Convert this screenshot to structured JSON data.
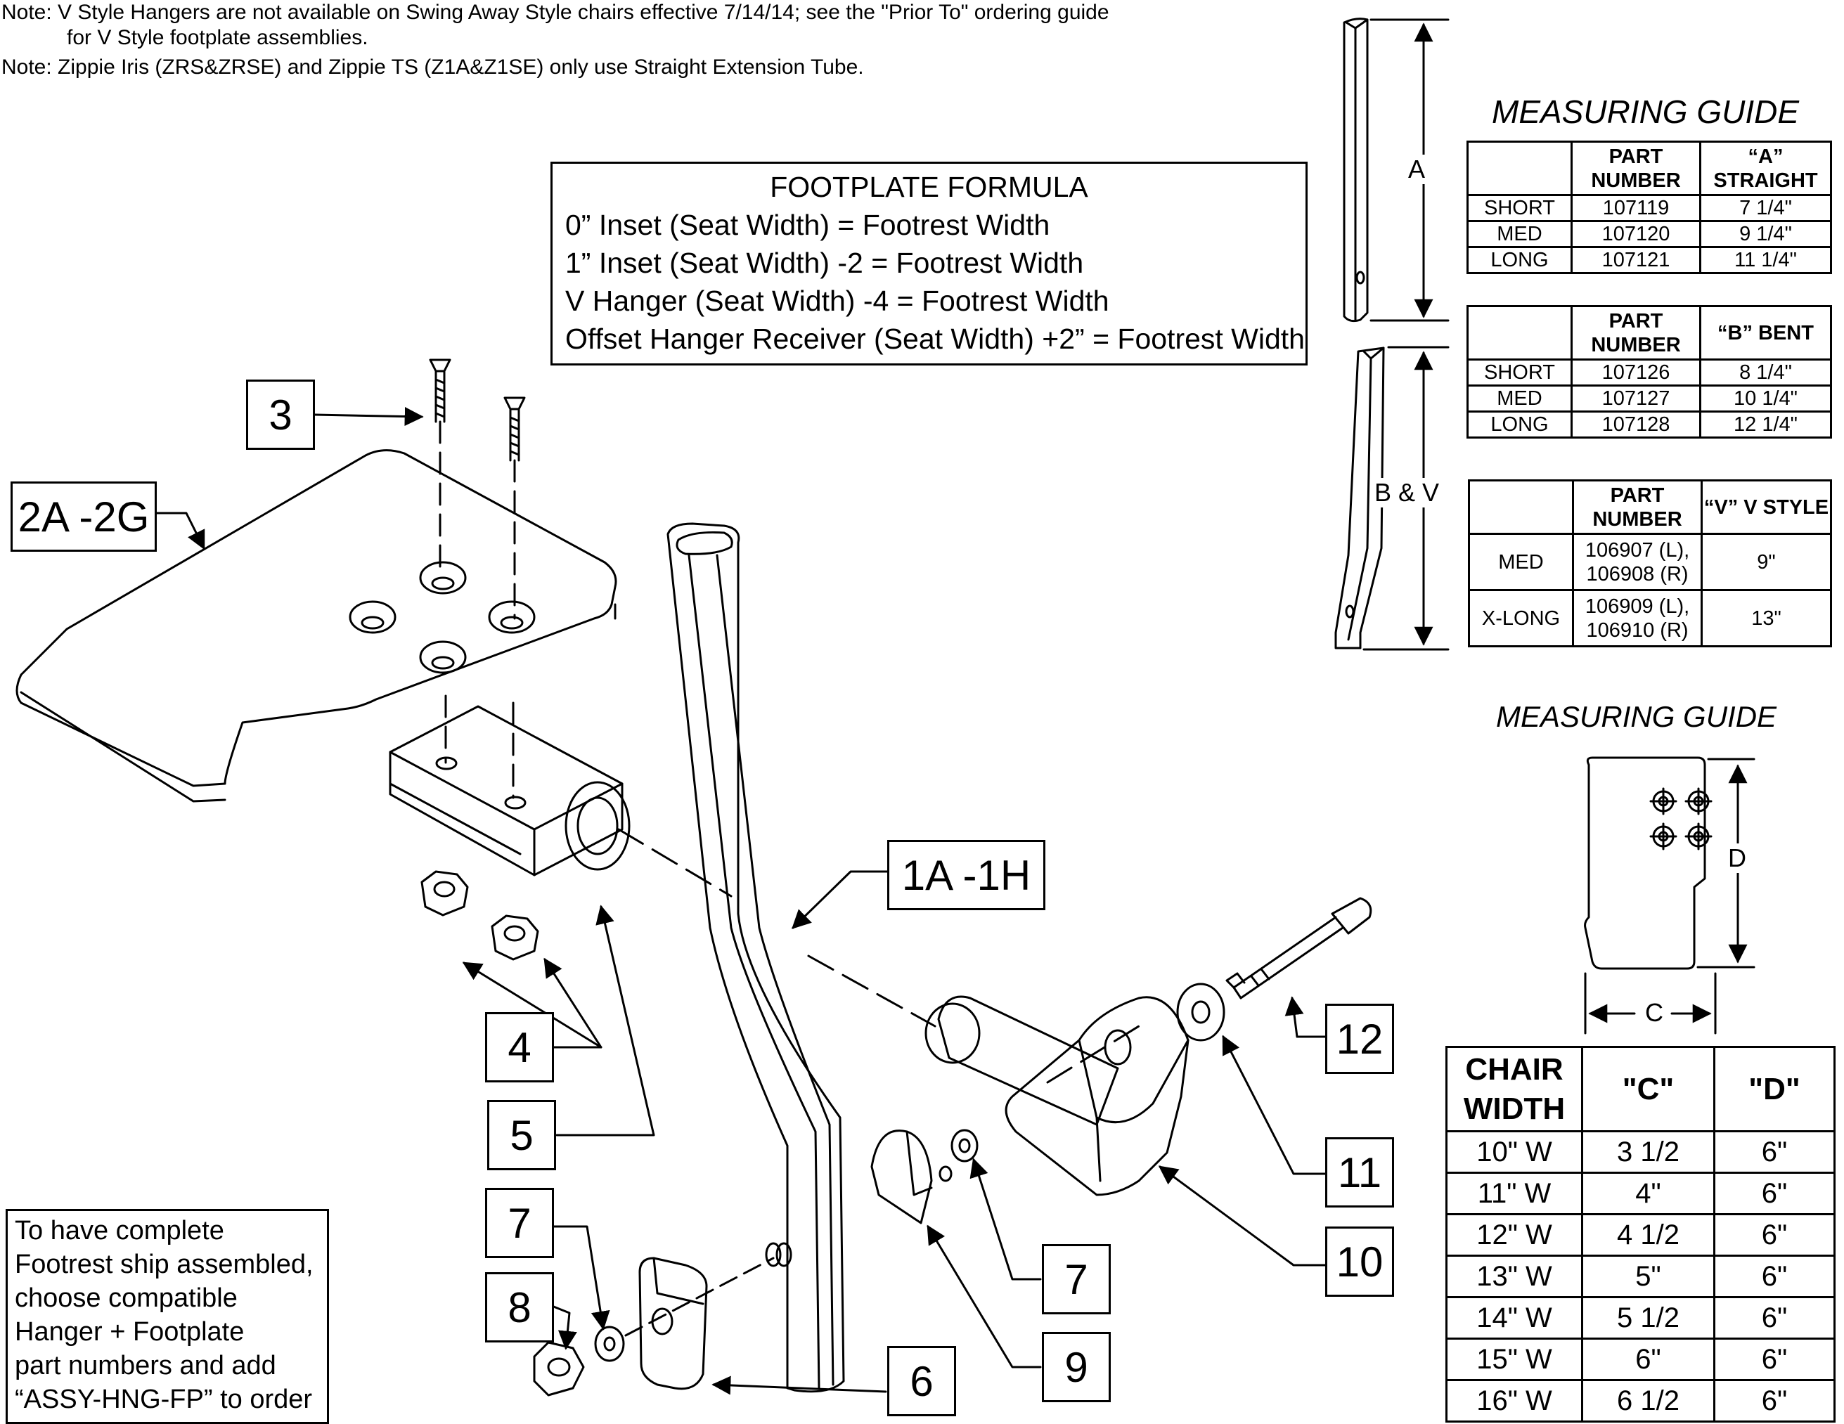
{
  "notes": [
    "Note: V Style Hangers are not available on Swing Away Style chairs effective 7/14/14; see the \"Prior To\" ordering guide",
    "for V Style footplate assemblies.",
    "Note: Zippie Iris (ZRS&ZRSE) and Zippie TS (Z1A&Z1SE) only use Straight Extension Tube."
  ],
  "formula": {
    "title": "FOOTPLATE FORMULA",
    "lines": [
      "0” Inset (Seat Width) = Footrest Width",
      "1” Inset (Seat Width) -2 = Footrest Width",
      "V Hanger (Seat Width) -4 = Footrest Width",
      "Offset Hanger Receiver (Seat Width) +2” = Footrest Width"
    ]
  },
  "callouts": {
    "c3": "3",
    "c2a": "2A -2G",
    "c1a": "1A -1H",
    "c4": "4",
    "c5": "5",
    "c7a": "7",
    "c8": "8",
    "c6": "6",
    "c9": "9",
    "c7b": "7",
    "c10": "10",
    "c11": "11",
    "c12": "12"
  },
  "tube_labels": {
    "a": "A",
    "bv": "B & V",
    "c": "C",
    "d": "D"
  },
  "measuring_guide_title": "MEASURING GUIDE",
  "measuring_guide_title2": "MEASURING GUIDE",
  "straight_table": {
    "headers": [
      "",
      "PART NUMBER",
      "“A” STRAIGHT"
    ],
    "rows": [
      [
        "SHORT",
        "107119",
        "7 1/4\""
      ],
      [
        "MED",
        "107120",
        "9 1/4\""
      ],
      [
        "LONG",
        "107121",
        "11 1/4\""
      ]
    ]
  },
  "bent_table": {
    "headers": [
      "",
      "PART NUMBER",
      "“B” BENT"
    ],
    "rows": [
      [
        "SHORT",
        "107126",
        "8 1/4\""
      ],
      [
        "MED",
        "107127",
        "10 1/4\""
      ],
      [
        "LONG",
        "107128",
        "12 1/4\""
      ]
    ]
  },
  "v_table": {
    "headers": [
      "",
      "PART NUMBER",
      "“V” V STYLE"
    ],
    "rows": [
      [
        "MED",
        "106907 (L), 106908 (R)",
        "9\""
      ],
      [
        "X-LONG",
        "106909 (L), 106910 (R)",
        "13\""
      ]
    ]
  },
  "chair_table": {
    "headers": [
      "CHAIR WIDTH",
      "\"C\"",
      "\"D\""
    ],
    "rows": [
      [
        "10\" W",
        "3 1/2",
        "6\""
      ],
      [
        "11\" W",
        "4\"",
        "6\""
      ],
      [
        "12\" W",
        "4 1/2",
        "6\""
      ],
      [
        "13\" W",
        "5\"",
        "6\""
      ],
      [
        "14\" W",
        "5 1/2",
        "6\""
      ],
      [
        "15\" W",
        "6\"",
        "6\""
      ],
      [
        "16\" W",
        "6 1/2",
        "6\""
      ]
    ]
  },
  "assembly_note": [
    "To have complete",
    "Footrest ship assembled,",
    "choose compatible",
    "Hanger + Footplate",
    "part numbers and add",
    "“ASSY-HNG-FP” to order"
  ]
}
